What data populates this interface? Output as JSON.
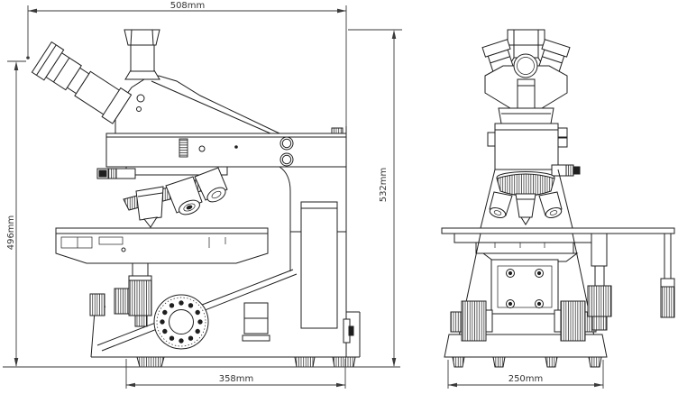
{
  "drawing": {
    "dim_top_width": "508mm",
    "dim_left_height": "496mm",
    "dim_mid_height": "532mm",
    "dim_side_base_width": "358mm",
    "dim_front_base_width": "250mm"
  },
  "colors": {
    "line": "#1f1f1f",
    "dimension": "#3a3a3a",
    "background": "#ffffff"
  }
}
